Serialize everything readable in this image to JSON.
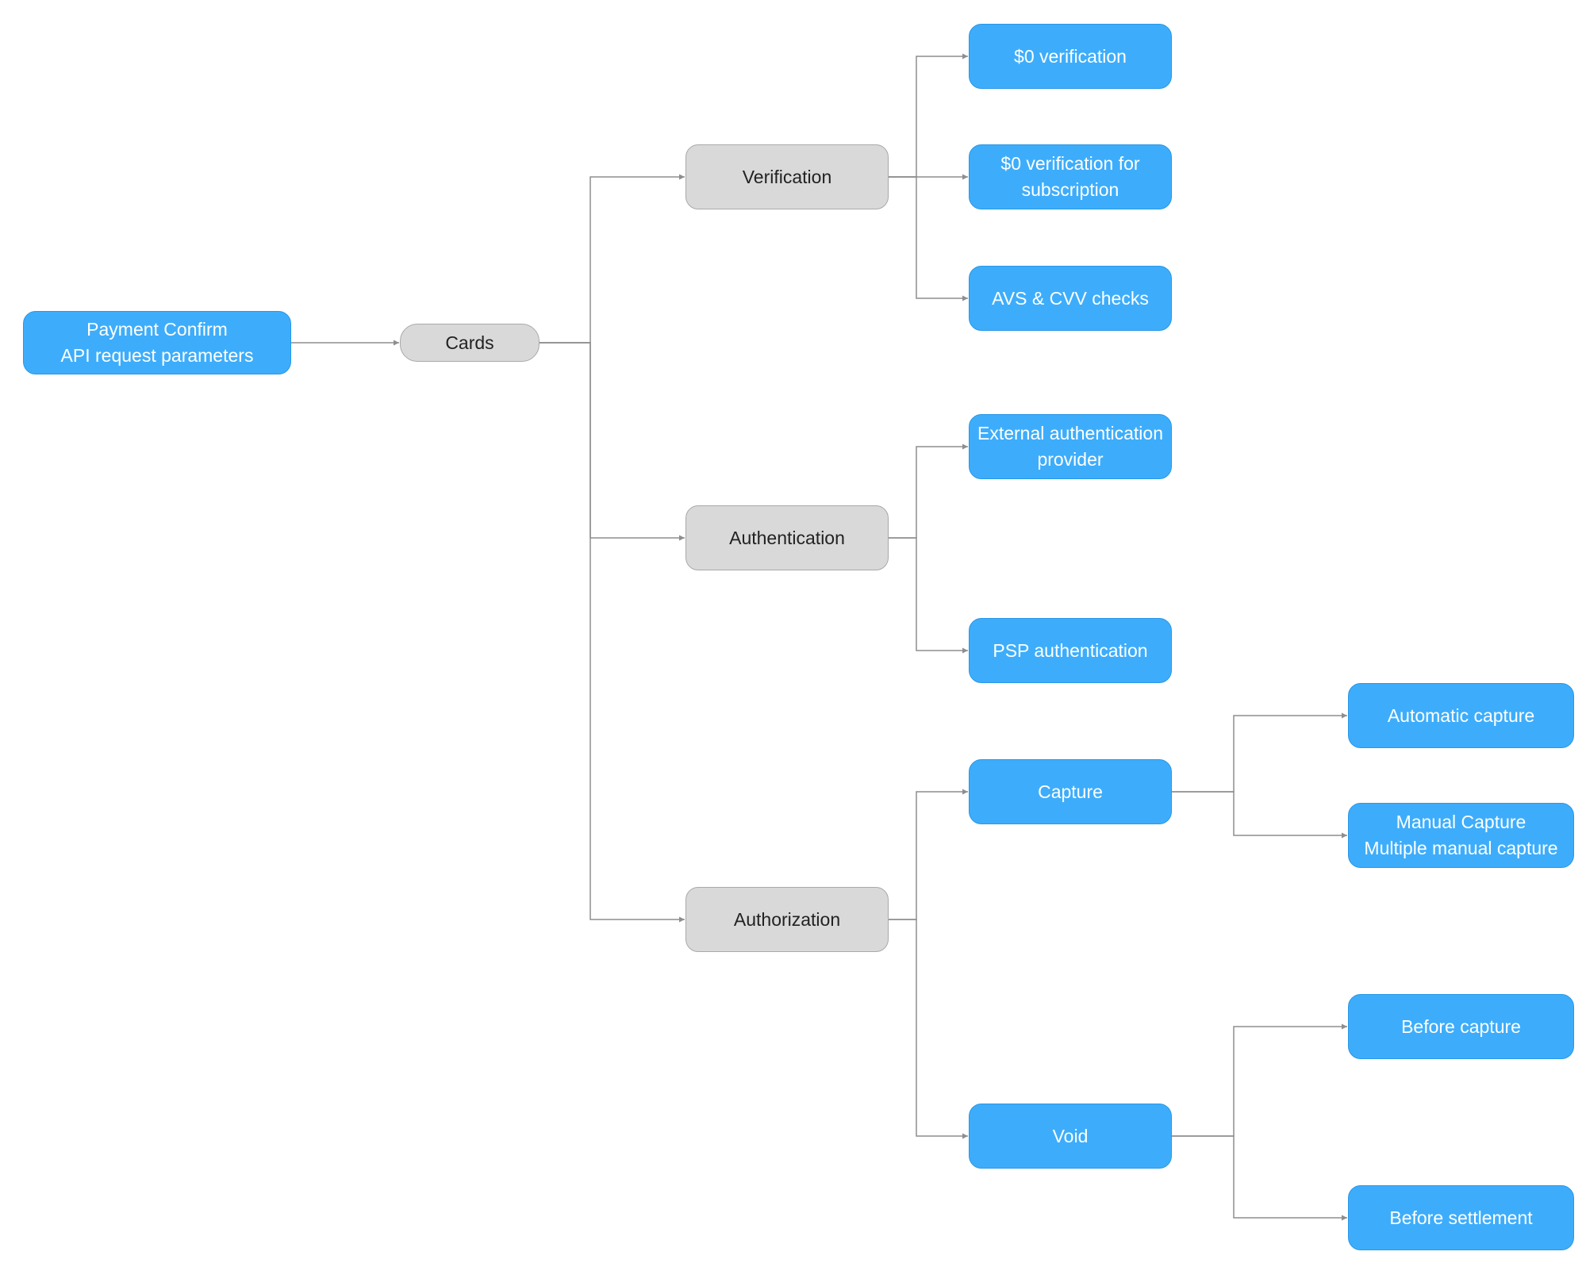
{
  "diagram": {
    "nodes": {
      "root": [
        "Payment Confirm",
        "API request parameters"
      ],
      "cards": [
        "Cards"
      ],
      "verification": [
        "Verification"
      ],
      "authentication": [
        "Authentication"
      ],
      "authorization": [
        "Authorization"
      ],
      "zero_verification": [
        "$0 verification"
      ],
      "zero_verification_subscription": [
        "$0 verification for",
        "subscription"
      ],
      "avs_cvv": [
        "AVS & CVV checks"
      ],
      "external_auth": [
        "External authentication",
        "provider"
      ],
      "psp_auth": [
        "PSP authentication"
      ],
      "capture": [
        "Capture"
      ],
      "void": [
        "Void"
      ],
      "automatic_capture": [
        "Automatic capture"
      ],
      "manual_capture": [
        "Manual Capture",
        "Multiple manual capture"
      ],
      "before_capture": [
        "Before capture"
      ],
      "before_settlement": [
        "Before settlement"
      ]
    },
    "edges": [
      [
        "root",
        "cards"
      ],
      [
        "cards",
        "verification"
      ],
      [
        "cards",
        "authentication"
      ],
      [
        "cards",
        "authorization"
      ],
      [
        "verification",
        "zero_verification"
      ],
      [
        "verification",
        "zero_verification_subscription"
      ],
      [
        "verification",
        "avs_cvv"
      ],
      [
        "authentication",
        "external_auth"
      ],
      [
        "authentication",
        "psp_auth"
      ],
      [
        "authorization",
        "capture"
      ],
      [
        "authorization",
        "void"
      ],
      [
        "capture",
        "automatic_capture"
      ],
      [
        "capture",
        "manual_capture"
      ],
      [
        "void",
        "before_capture"
      ],
      [
        "void",
        "before_settlement"
      ]
    ],
    "colors": {
      "leaf_fill": "#3dadfb",
      "leaf_text": "#ffffff",
      "group_fill": "#d9d9d9",
      "group_text": "#222222",
      "connector": "#8e8e8e"
    }
  }
}
